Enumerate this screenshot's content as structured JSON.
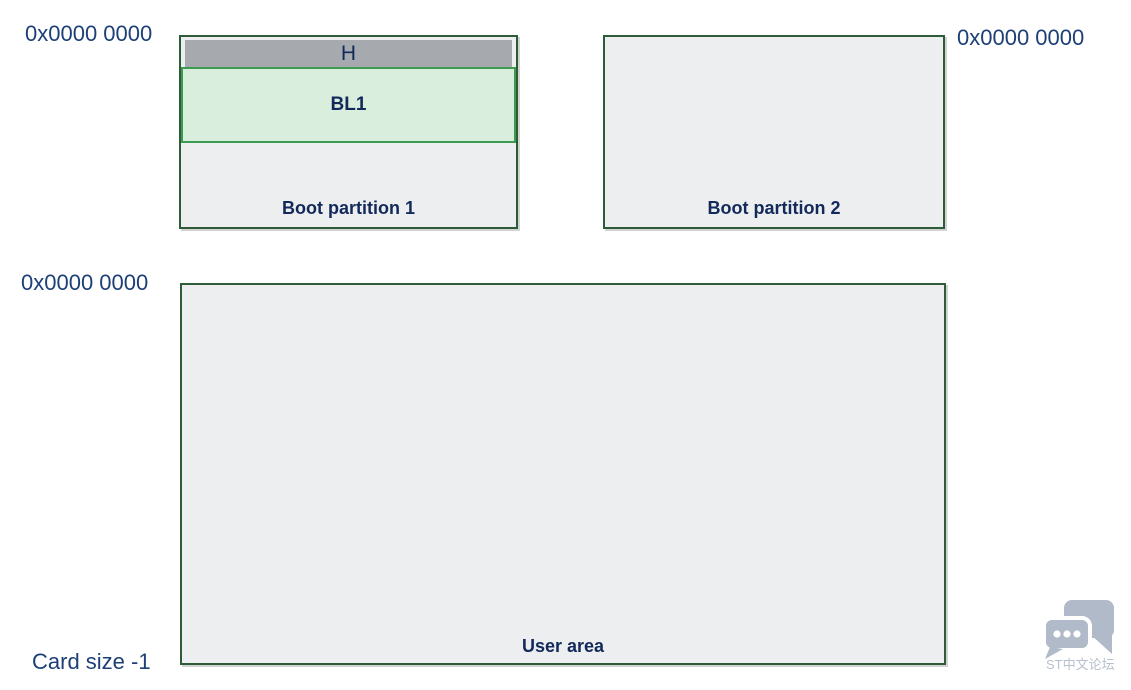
{
  "diagram": {
    "address_labels": {
      "boot1_start": "0x0000 0000",
      "boot2_start": "0x0000 0000",
      "user_start": "0x0000 0000",
      "user_end": "Card size -1"
    },
    "boot_partition_1": {
      "header_label": "H",
      "bl1_label": "BL1",
      "caption": "Boot partition 1"
    },
    "boot_partition_2": {
      "caption": "Boot partition 2"
    },
    "user_area": {
      "caption": "User area"
    },
    "colors": {
      "box_border_green": "#2e5c38",
      "box_fill_gray": "#edeef0",
      "header_bar_gray": "#a6a9ae",
      "bl1_fill_green": "#daeedd",
      "bl1_border_green": "#3d9a50",
      "address_text_navy": "#1d4077",
      "caption_text_navy": "#12295a",
      "watermark_gray_blue": "#b0bac8"
    }
  },
  "watermark": {
    "label": "ST中文论坛",
    "icon": "chat-bubbles-icon"
  }
}
